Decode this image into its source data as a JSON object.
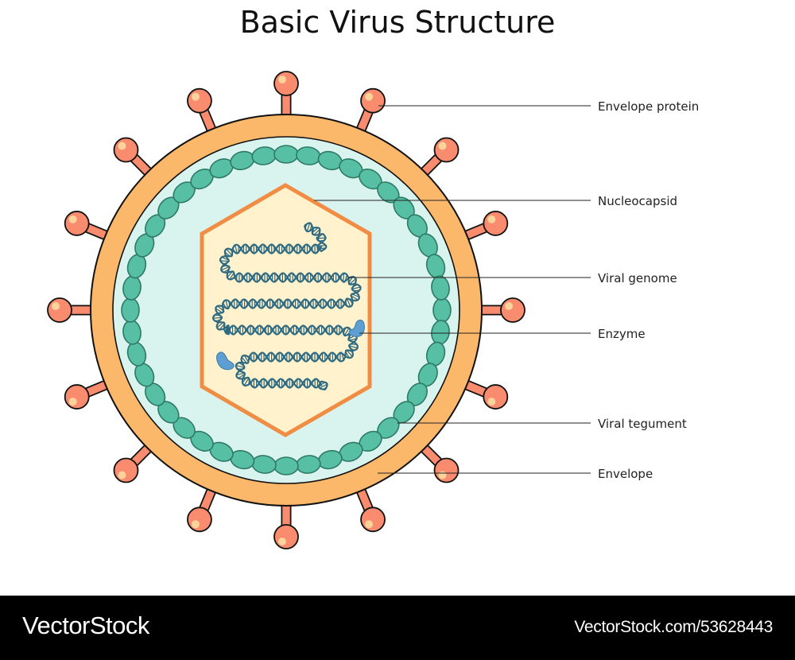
{
  "title": "Basic Virus Structure",
  "colors": {
    "envelope": "#fbb76a",
    "spike": "#f98b6e",
    "spike_highlight": "#fcd39a",
    "tegument": "#d9f4ee",
    "capsomere": "#56bfa4",
    "capsomere_stroke": "#2e7a66",
    "nucleocapsid_fill": "#fff2cc",
    "nucleocapsid_stroke": "#f08c43",
    "genome": "#2f6a80",
    "enzyme": "#5d9fd3",
    "outline": "#111111",
    "leader": "#222222"
  },
  "labels": [
    {
      "id": "envelope-protein",
      "text": "Envelope protein"
    },
    {
      "id": "nucleocapsid",
      "text": "Nucleocapsid"
    },
    {
      "id": "viral-genome",
      "text": "Viral genome"
    },
    {
      "id": "enzyme",
      "text": "Enzyme"
    },
    {
      "id": "viral-tegument",
      "text": "Viral tegument"
    },
    {
      "id": "envelope",
      "text": "Envelope"
    }
  ],
  "structure": {
    "spike_count": 16,
    "capsomere_count": 44,
    "enzyme_count": 2
  },
  "footer": {
    "brand": "VectorStock",
    "reference": "VectorStock.com/53628443"
  }
}
